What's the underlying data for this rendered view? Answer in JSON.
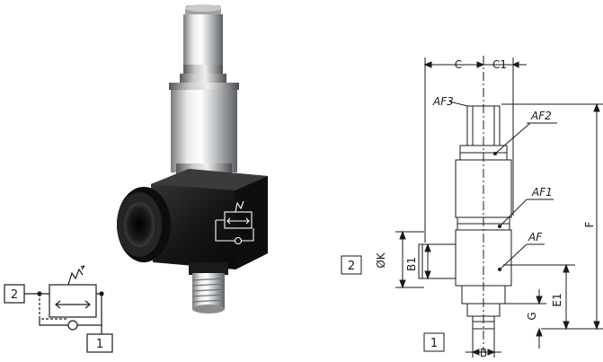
{
  "symbol": {
    "port_in": "2",
    "port_out": "1"
  },
  "drawing": {
    "port_in": "2",
    "port_out": "1",
    "dims": {
      "C": "C",
      "C1": "C1",
      "F": "F",
      "E1": "E1",
      "G": "G",
      "B": "B",
      "B1": "B1",
      "OK": "ØK",
      "AF": "AF",
      "AF1": "AF1",
      "AF2": "AF2",
      "AF3": "AF3"
    }
  }
}
